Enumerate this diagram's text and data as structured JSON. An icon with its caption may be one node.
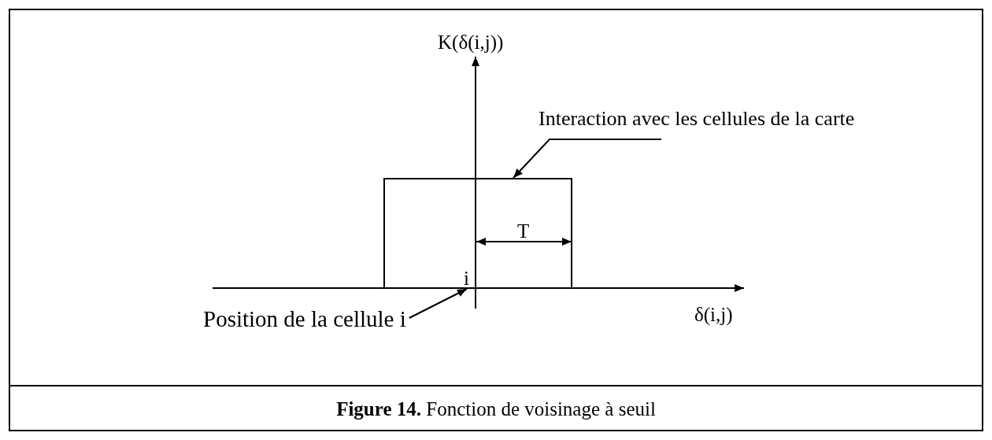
{
  "diagram": {
    "caption": "**Figure 14.** Fonction de voisinage à seuil",
    "nodes": [
      {
        "text": [
          "Interaction avec les cellules de la carte"
        ]
      },
      {
        "text": [],
        "shape": "box"
      },
      {
        "text": [
          "Position de la cellule i"
        ]
      }
    ],
    "edges": [
      {
        "from": 0,
        "to": 1,
        "arrow": "to"
      },
      {
        "from": 2,
        "to": 1,
        "arrow": "to"
      }
    ],
    "labels": [
      "K(δ(i,j))",
      "T",
      "i",
      "δ(i,j)"
    ]
  }
}
